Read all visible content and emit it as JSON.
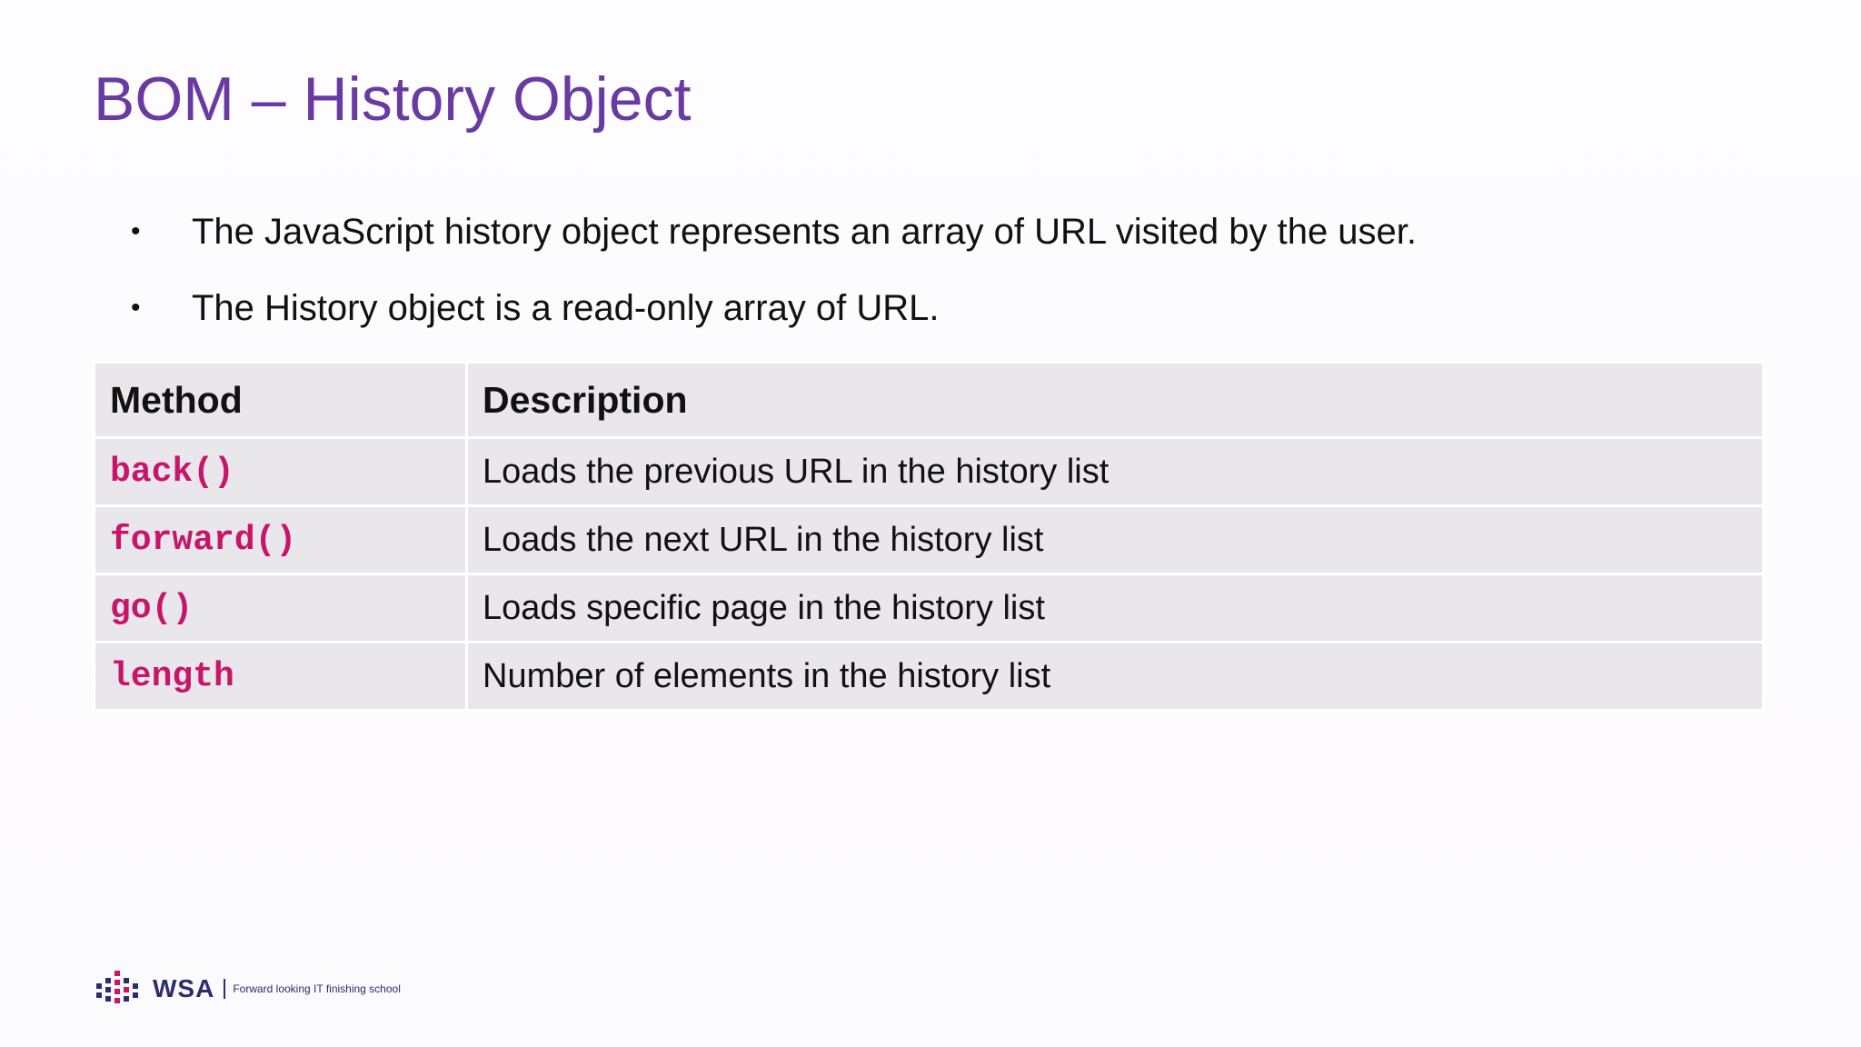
{
  "slide": {
    "title": "BOM – History Object",
    "bullets": [
      "The JavaScript history object represents an array of URL visited by the user.",
      "The History object is a read-only array of URL."
    ],
    "bullet_glyph": "•"
  },
  "table": {
    "headers": [
      "Method",
      "Description"
    ],
    "rows": [
      {
        "method": "back()",
        "description": "Loads the previous URL in the history list"
      },
      {
        "method": "forward()",
        "description": "Loads the next URL in the history list"
      },
      {
        "method": "go()",
        "description": "Loads specific page in the history list"
      },
      {
        "method": "length",
        "description": "Number of elements in the history list"
      }
    ]
  },
  "footer": {
    "brand": "WSA",
    "tagline": "Forward looking IT finishing school",
    "logo_icon": "dot-matrix-logo-icon"
  },
  "colors": {
    "title": "#6a3aa3",
    "code": "#c8156a",
    "table_bg": "#e9e7eb",
    "brand_navy": "#2b2d6e",
    "brand_pink": "#c8156a"
  }
}
